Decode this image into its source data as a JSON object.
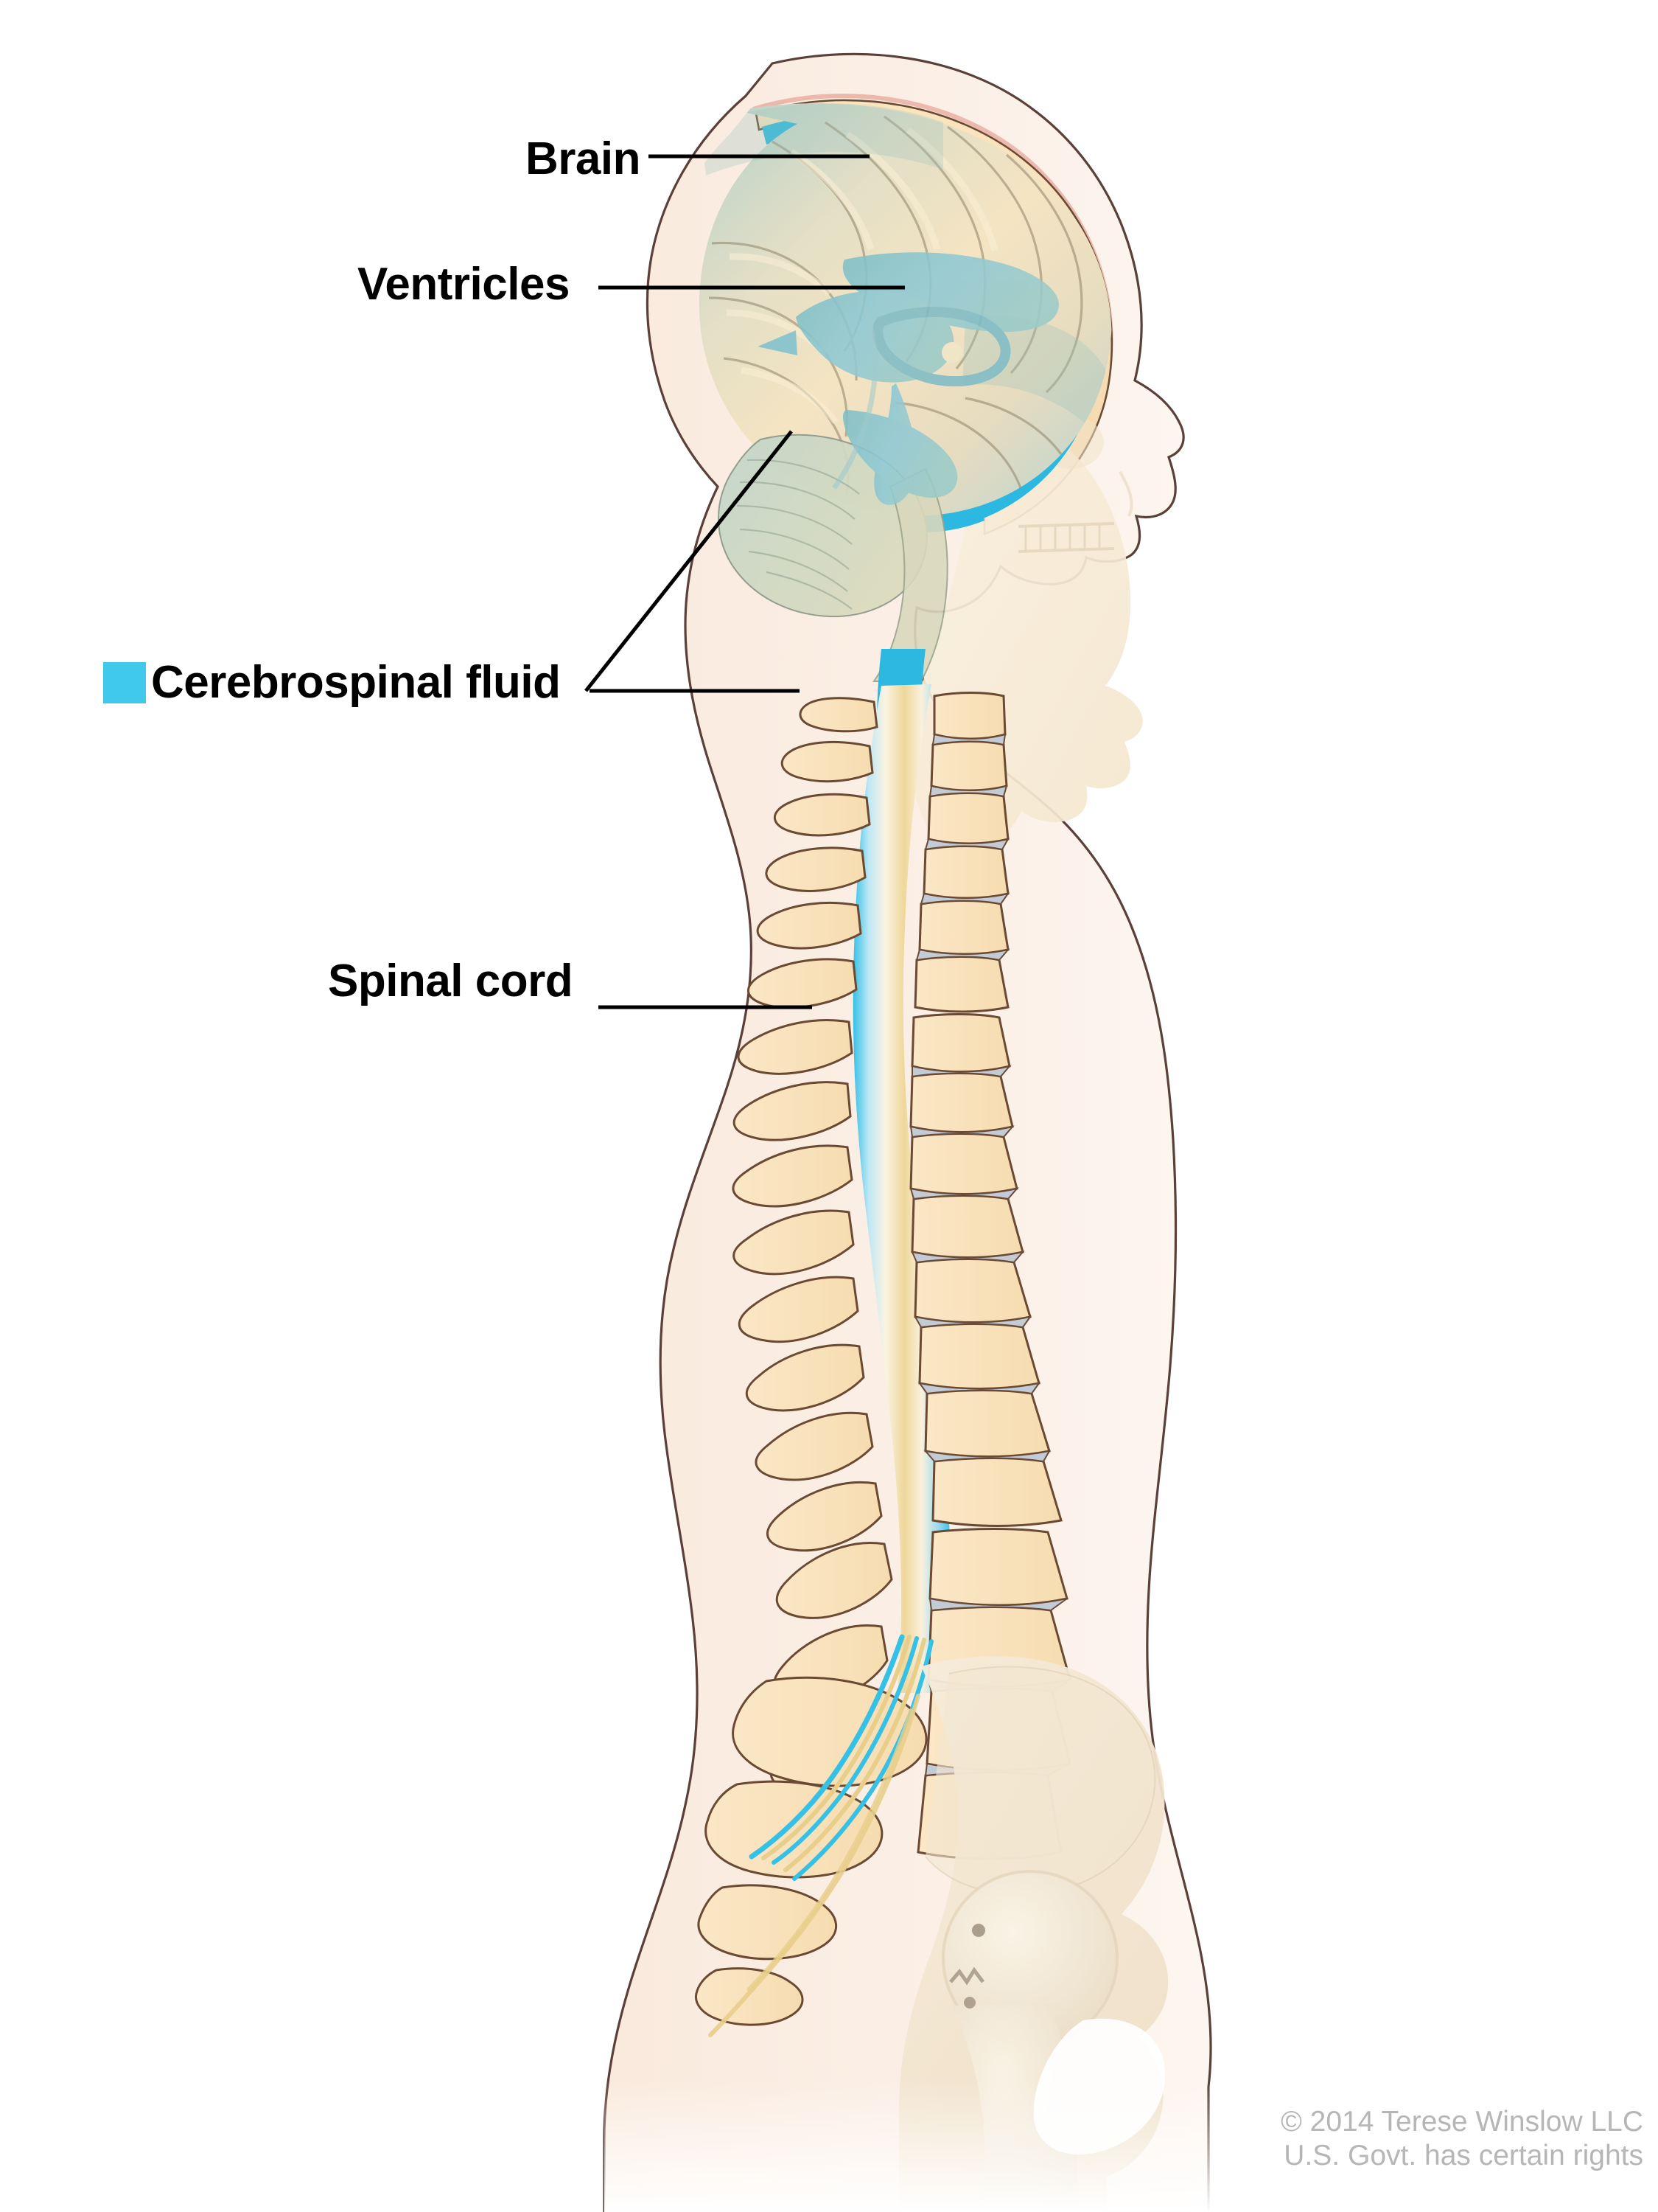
{
  "figure": {
    "title": "Anatomy of the central nervous system showing the brain, ventricles, cerebrospinal fluid and spinal cord in a side view of the head, neck, torso and pelvis.",
    "view": "lateral (side) sagittal section"
  },
  "labels": {
    "brain": "Brain",
    "ventricles": "Ventricles",
    "cerebrospinal_fluid": "Cerebrospinal fluid",
    "spinal_cord": "Spinal cord"
  },
  "legend": {
    "csf_swatch_color": "#41C9EB",
    "csf_swatch_label": "Cerebrospinal fluid"
  },
  "credit": {
    "line1": "© 2014 Terese Winslow LLC",
    "line2": "U.S. Govt. has certain rights"
  },
  "palette": {
    "background": "#FFFFFF",
    "skin": "#FBEEE4",
    "skin_outline": "#5A4038",
    "scalp_pink_line": "#E8A699",
    "skull_bone": "#F8DCB4",
    "bone": "#FAE3BC",
    "bone_outline": "#6B4A34",
    "bone_pale": "#F4E8D6",
    "disc": "#C3CBD6",
    "csf_cyan": "#2CB8E0",
    "csf_cyan_light": "#7FD9EF",
    "brain_cream": "#F2E0BE",
    "brain_teal": "#B6CFC4",
    "nerve_yellow": "#E8CE8B",
    "label_text": "#000000",
    "credit_text": "#B6B6B6"
  },
  "leader_lines": [
    {
      "name": "brain-leader",
      "from": [
        880,
        212
      ],
      "to": [
        1180,
        212
      ],
      "type": "horizontal"
    },
    {
      "name": "ventricles-leader",
      "from": [
        812,
        390
      ],
      "to": [
        1228,
        390
      ],
      "type": "horizontal"
    },
    {
      "name": "csf-leader-cerebellum",
      "from": [
        795,
        937
      ],
      "to": [
        1074,
        585
      ],
      "type": "diagonal"
    },
    {
      "name": "csf-leader-spine",
      "from": [
        800,
        937
      ],
      "to": [
        1085,
        937
      ],
      "type": "horizontal"
    },
    {
      "name": "spinal-cord-leader",
      "from": [
        812,
        1366
      ],
      "to": [
        1102,
        1366
      ],
      "type": "horizontal"
    }
  ],
  "anatomy_parts": [
    {
      "name": "head-scalp",
      "label": "scalp"
    },
    {
      "name": "skull-bone",
      "label": "skull"
    },
    {
      "name": "csf-subarachnoid-space",
      "label": "cerebrospinal fluid around the brain"
    },
    {
      "name": "cerebrum",
      "label": "cerebrum with gyri and sulci"
    },
    {
      "name": "cerebellum",
      "label": "cerebellum"
    },
    {
      "name": "brainstem",
      "label": "brainstem"
    },
    {
      "name": "ventricle-system",
      "label": "lateral, third and fourth ventricles"
    },
    {
      "name": "facial-skull",
      "label": "facial bones, jaw and teeth"
    },
    {
      "name": "cervical-vertebrae",
      "label": "cervical vertebrae"
    },
    {
      "name": "thoracic-vertebrae",
      "label": "thoracic vertebrae"
    },
    {
      "name": "lumbar-vertebrae",
      "label": "lumbar vertebrae"
    },
    {
      "name": "sacrum-coccyx",
      "label": "sacrum and coccyx"
    },
    {
      "name": "pelvis-femur",
      "label": "pelvis and femur head"
    },
    {
      "name": "spinal-cord",
      "label": "spinal cord within vertebral canal"
    },
    {
      "name": "cauda-equina",
      "label": "cauda equina nerve roots"
    },
    {
      "name": "body-silhouette",
      "label": "body outline"
    }
  ]
}
